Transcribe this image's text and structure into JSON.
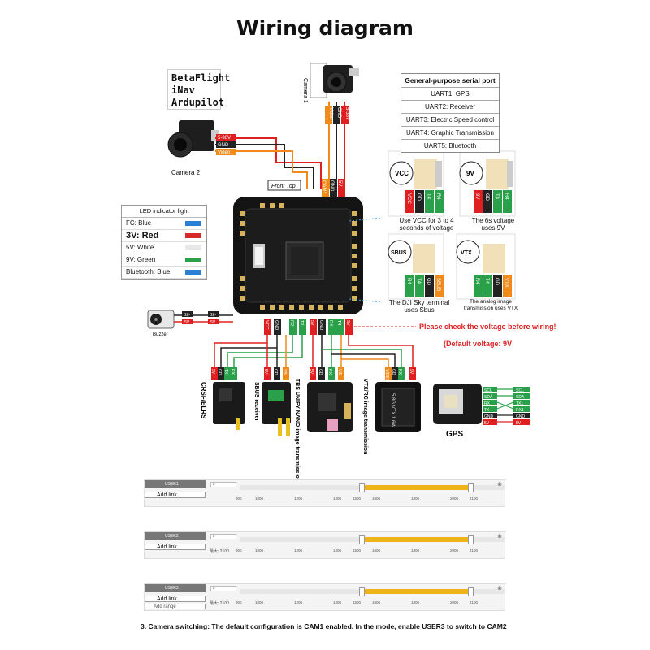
{
  "title": "Wiring diagram",
  "firmware": [
    "BetaFlight",
    "iNav",
    "Ardupilot"
  ],
  "camera1": {
    "label": "Camera 1",
    "pins": [
      "Video",
      "GND",
      "5-36V"
    ]
  },
  "camera2": {
    "label": "Camera 2",
    "pins": [
      "5-36V",
      "GND",
      "Video"
    ]
  },
  "fc_top_label": "Front Top",
  "fc_top_pins": [
    "CAM1",
    "GND",
    "5V"
  ],
  "uart_table": {
    "header": "General-purpose serial port",
    "rows": [
      "UART1: GPS",
      "UART2: Receiver",
      "UART3: Electric Speed control",
      "UART4: Graphic Transmission",
      "UART5: Bluetooth"
    ]
  },
  "vcc_box": {
    "label": "VCC",
    "pins": [
      "VCC",
      "GD",
      "T4",
      "R4"
    ],
    "caption": "Use VCC for 3 to 4 seconds of voltage"
  },
  "v9_box": {
    "label": "9V",
    "pins": [
      "9V",
      "GD",
      "T4",
      "R4"
    ],
    "caption": "The 6s voltage uses 9V"
  },
  "sbus_box": {
    "label": "SBUS",
    "pins": [
      "R4",
      "T4",
      "GD",
      "SBUS"
    ],
    "caption": "The DJI Sky terminal uses Sbus"
  },
  "vtx_box": {
    "label": "VTX",
    "pins": [
      "R4",
      "T4",
      "GD",
      "VTX"
    ],
    "caption": "The analog image transmission uses VTX"
  },
  "led": {
    "header": "LED indicator light",
    "rows": [
      {
        "text": "FC: Blue",
        "color": "#2a7fd4"
      },
      {
        "text": "3V: Red",
        "color": "#d42a2a"
      },
      {
        "text": "5V: White",
        "color": "#e8e8e8"
      },
      {
        "text": "9V: Green",
        "color": "#2aa04a"
      },
      {
        "text": "Bluetooth: Blue",
        "color": "#2a7fd4"
      }
    ]
  },
  "buzzer": {
    "label": "Buzzer",
    "pins": [
      "BZ-",
      "5V",
      "BZ-",
      "5V"
    ]
  },
  "fc_bottom_pins": [
    "VCC",
    "GND",
    "R2",
    "T2",
    "5V",
    "GND",
    "R4",
    "T4",
    "9V"
  ],
  "warning": "Please check the voltage before wiring!",
  "default_voltage": "(Default voltage: 9V",
  "crsf": {
    "label": "CRSF/ELRS",
    "pins": [
      "5V",
      "GD",
      "TX",
      "RX"
    ]
  },
  "sbus_rx": {
    "label": "SBUS receiver",
    "pins": [
      "5V",
      "GD",
      "SB"
    ]
  },
  "tbs": {
    "label": "TBS UNIFY NANO image transmission",
    "pins": [
      "5V",
      "GD",
      "RX",
      "VID"
    ]
  },
  "vtxrc": {
    "label": "VTX/RC image transmission",
    "chip": "5.8G VTX 1.6W",
    "pins": [
      "VIDEO",
      "GD",
      "RX",
      "9V"
    ]
  },
  "gps": {
    "label": "GPS",
    "left": [
      "SCL",
      "SDA",
      "RX",
      "TX",
      "GND",
      "5V"
    ],
    "right": [
      "SCL",
      "SDA",
      "TX1",
      "RX1",
      "GND",
      "5V"
    ]
  },
  "panels": [
    {
      "tab": "USER1",
      "link": "Add link",
      "extra": "",
      "fill": [
        0.46,
        0.87
      ]
    },
    {
      "tab": "USER2",
      "link": "Add link",
      "max": "最大: 2100",
      "extra": "",
      "fill": [
        0.46,
        0.87
      ]
    },
    {
      "tab": "USER3",
      "link": "Add link",
      "max": "最大: 2100",
      "extra": "Add range",
      "fill": [
        0.46,
        0.87
      ]
    }
  ],
  "ticks": [
    "900",
    "1000",
    "1200",
    "1400",
    "1500",
    "1600",
    "1800",
    "2000",
    "2100"
  ],
  "bottom_note": "3. Camera switching: The default configuration is CAM1 enabled. In the mode, enable USER3 to switch to CAM2",
  "colors": {
    "red_wire": "#e02020",
    "black_wire": "#222222",
    "orange_wire": "#f08a1a",
    "green_wire": "#2aa04a",
    "yellow_wire": "#e8c020",
    "amber": "#f0b41a"
  }
}
